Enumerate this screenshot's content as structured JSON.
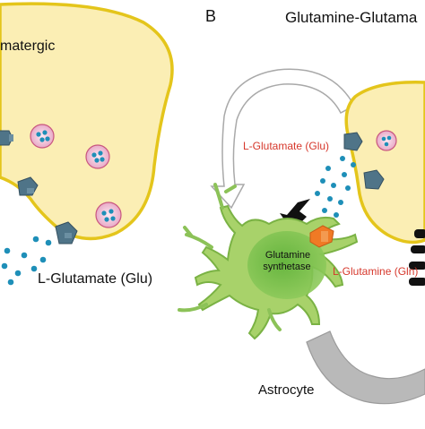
{
  "panel_b_letter": "B",
  "panel_b_title": "Glutamine-Glutama",
  "panel_a_title_fragment": "matergic",
  "labels": {
    "glu_panel_a": "L-Glutamate (Glu)",
    "glu_panel_b": "L-Glutamate (Glu)",
    "gln": "L-Glutamine (Gln)",
    "enzyme_line1": "Glutamine",
    "enzyme_line2": "synthetase",
    "astrocyte": "Astrocyte"
  },
  "colors": {
    "terminal_fill": "#fbeeb4",
    "terminal_border": "#e4c51b",
    "astrocyte_fill": "#a8d26a",
    "astrocyte_nucleus": "#6fb744",
    "glutamate_dot": "#1e8fb8",
    "receptor": "#4f7488",
    "transporter": "#f07a25",
    "gln_label": "#d6372b",
    "cycle_arrow": "#bdbdbd"
  }
}
